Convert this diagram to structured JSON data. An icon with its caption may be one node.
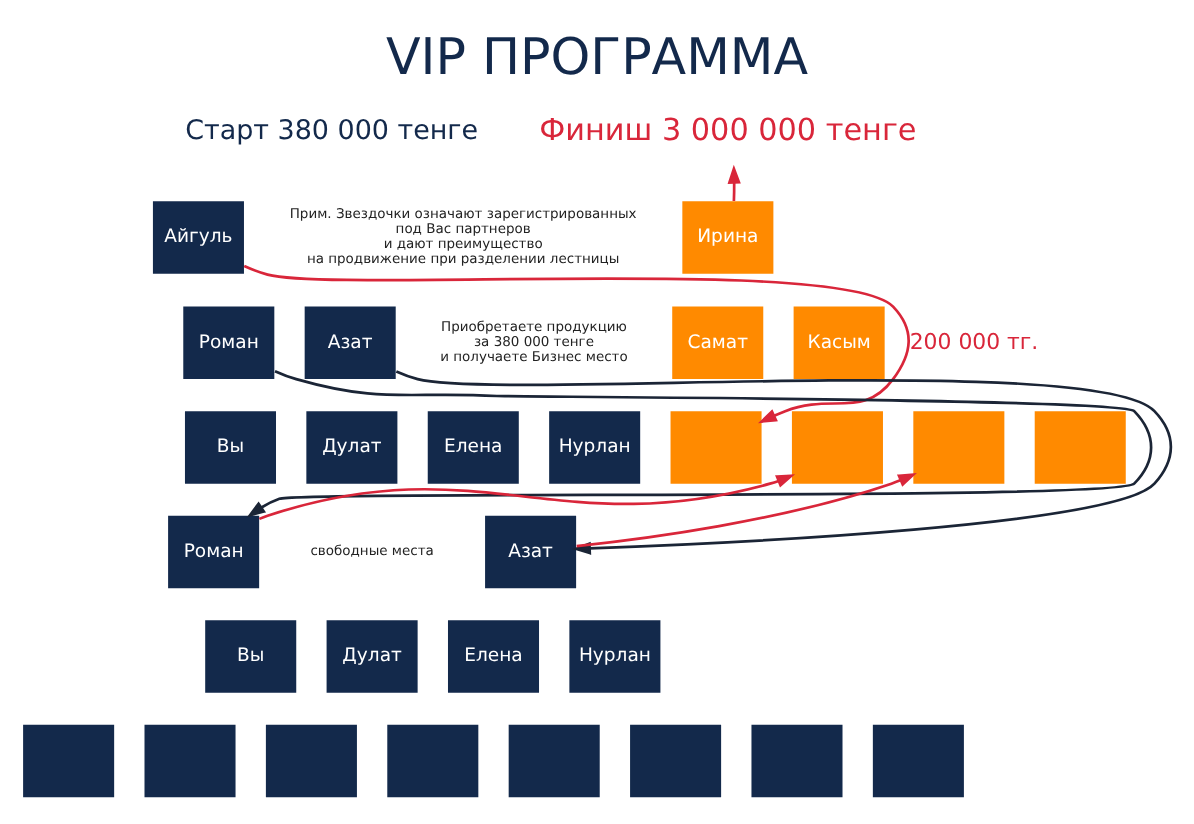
{
  "diagram": {
    "title": "VIP ПРОГРАММА",
    "nodes": [
      {
        "text": [
          "Айгуль"
        ]
      },
      {
        "text": [
          "Роман"
        ]
      },
      {
        "text": [
          "Азат"
        ]
      },
      {
        "text": [
          "Вы"
        ]
      },
      {
        "text": [
          "Дулат"
        ]
      },
      {
        "text": [
          "Елена"
        ]
      },
      {
        "text": [
          "Нурлан"
        ]
      },
      {
        "text": [
          "Ирина"
        ]
      },
      {
        "text": [
          "Самат"
        ]
      },
      {
        "text": [
          "Касым"
        ]
      },
      {
        "text": [],
        "shape": "box"
      },
      {
        "text": [],
        "shape": "box"
      },
      {
        "text": [],
        "shape": "box"
      },
      {
        "text": [],
        "shape": "box"
      },
      {
        "text": [
          "Роман"
        ]
      },
      {
        "text": [
          "Вы"
        ]
      },
      {
        "text": [
          "Дулат"
        ]
      },
      {
        "text": [],
        "shape": "box"
      },
      {
        "text": [],
        "shape": "box"
      },
      {
        "text": [],
        "shape": "box"
      },
      {
        "text": [],
        "shape": "box"
      },
      {
        "text": [
          "Азат"
        ]
      },
      {
        "text": [
          "Елена"
        ]
      },
      {
        "text": [
          "Нурлан"
        ]
      },
      {
        "text": [],
        "shape": "box"
      },
      {
        "text": [],
        "shape": "box"
      },
      {
        "text": [],
        "shape": "box"
      },
      {
        "text": [],
        "shape": "box"
      },
      {
        "text": [
          "Финиш 3 000 000 тенге"
        ]
      }
    ],
    "edges": [
      {
        "from": 0,
        "to": 10,
        "arrow": "to",
        "label": "200 000 тг."
      },
      {
        "from": 7,
        "to": 28,
        "arrow": "to"
      },
      {
        "from": 1,
        "to": 14,
        "arrow": "to",
        "color": "#1b2536"
      },
      {
        "from": 2,
        "to": 21,
        "arrow": "to",
        "color": "#1b2536"
      },
      {
        "from": 14,
        "to": 11,
        "arrow": "to"
      },
      {
        "from": 21,
        "to": 12,
        "arrow": "to"
      }
    ],
    "labels": [
      "Старт 380 000 тенге",
      "Прим. Звездочки означают зарегистрированных под Вас партнеров и дают преимущество на продвижение при разделении лестницы",
      "Приобретаете продукцию за 380 000 тенге и получаете Бизнес место",
      "свободные места"
    ]
  }
}
